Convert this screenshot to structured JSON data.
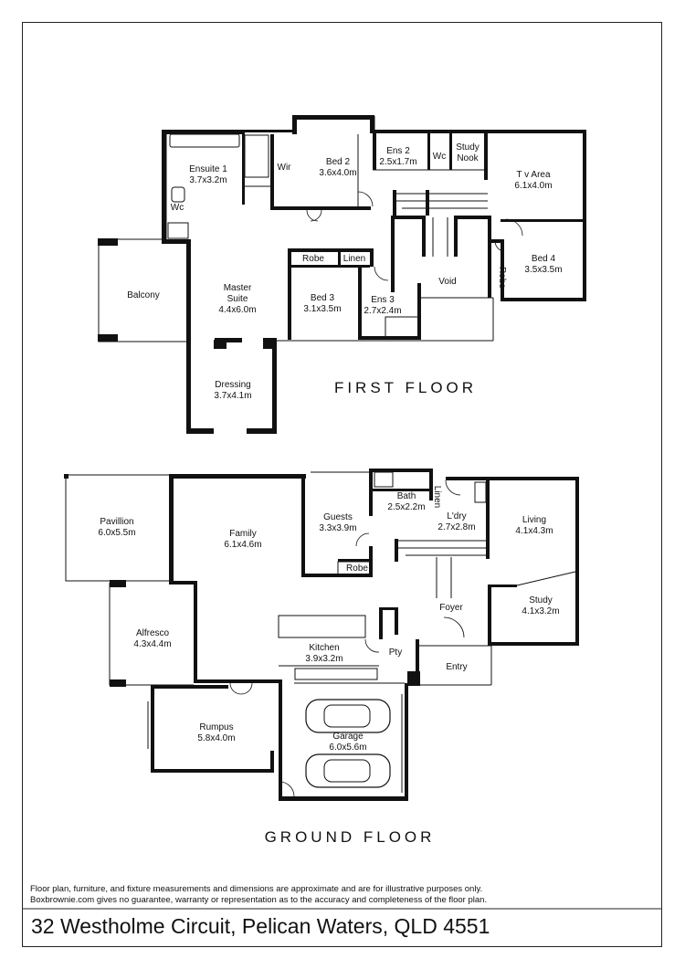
{
  "floor_titles": {
    "first": "FIRST FLOOR",
    "ground": "GROUND FLOOR"
  },
  "rooms": {
    "ensuite1": {
      "name": "Ensuite 1",
      "size": "3.7x3.2m"
    },
    "wc_first": {
      "name": "Wc"
    },
    "wir": {
      "name": "Wir"
    },
    "bed2": {
      "name": "Bed 2",
      "size": "3.6x4.0m"
    },
    "ens2": {
      "name": "Ens 2",
      "size": "2.5x1.7m"
    },
    "wc_ens2": {
      "name": "Wc"
    },
    "study_nook": {
      "name": "Study",
      "name2": "Nook"
    },
    "tv_area": {
      "name": "T v Area",
      "size": "6.1x4.0m"
    },
    "bed4": {
      "name": "Bed 4",
      "size": "3.5x3.5m"
    },
    "robe_bed4": {
      "name": "Robe"
    },
    "void": {
      "name": "Void"
    },
    "balcony": {
      "name": "Balcony"
    },
    "master_suite": {
      "name": "Master",
      "name2": "Suite",
      "size": "4.4x6.0m"
    },
    "robe_bed3": {
      "name": "Robe"
    },
    "linen_first": {
      "name": "Linen"
    },
    "bed3": {
      "name": "Bed 3",
      "size": "3.1x3.5m"
    },
    "ens3": {
      "name": "Ens 3",
      "size": "2.7x2.4m"
    },
    "dressing": {
      "name": "Dressing",
      "size": "3.7x4.1m"
    },
    "pavillion": {
      "name": "Pavillion",
      "size": "6.0x5.5m"
    },
    "family": {
      "name": "Family",
      "size": "6.1x4.6m"
    },
    "guests": {
      "name": "Guests",
      "size": "3.3x3.9m"
    },
    "robe_guests": {
      "name": "Robe"
    },
    "bath": {
      "name": "Bath",
      "size": "2.5x2.2m"
    },
    "linen_ground": {
      "name": "Linen"
    },
    "laundry": {
      "name": "L'dry",
      "size": "2.7x2.8m"
    },
    "living": {
      "name": "Living",
      "size": "4.1x4.3m"
    },
    "study": {
      "name": "Study",
      "size": "4.1x3.2m"
    },
    "foyer": {
      "name": "Foyer"
    },
    "alfresco": {
      "name": "Alfresco",
      "size": "4.3x4.4m"
    },
    "kitchen": {
      "name": "Kitchen",
      "size": "3.9x3.2m"
    },
    "pantry": {
      "name": "Pty"
    },
    "entry": {
      "name": "Entry"
    },
    "rumpus": {
      "name": "Rumpus",
      "size": "5.8x4.0m"
    },
    "garage": {
      "name": "Garage",
      "size": "6.0x5.6m"
    }
  },
  "footer": {
    "disclaimer": "Floor plan, furniture, and fixture measurements and dimensions are approximate and are for illustrative purposes only. Boxbrownie.com gives no guarantee, warranty or representation as to the accuracy and completeness of the floor plan.",
    "address": "32 Westholme Circuit, Pelican Waters, QLD 4551"
  }
}
